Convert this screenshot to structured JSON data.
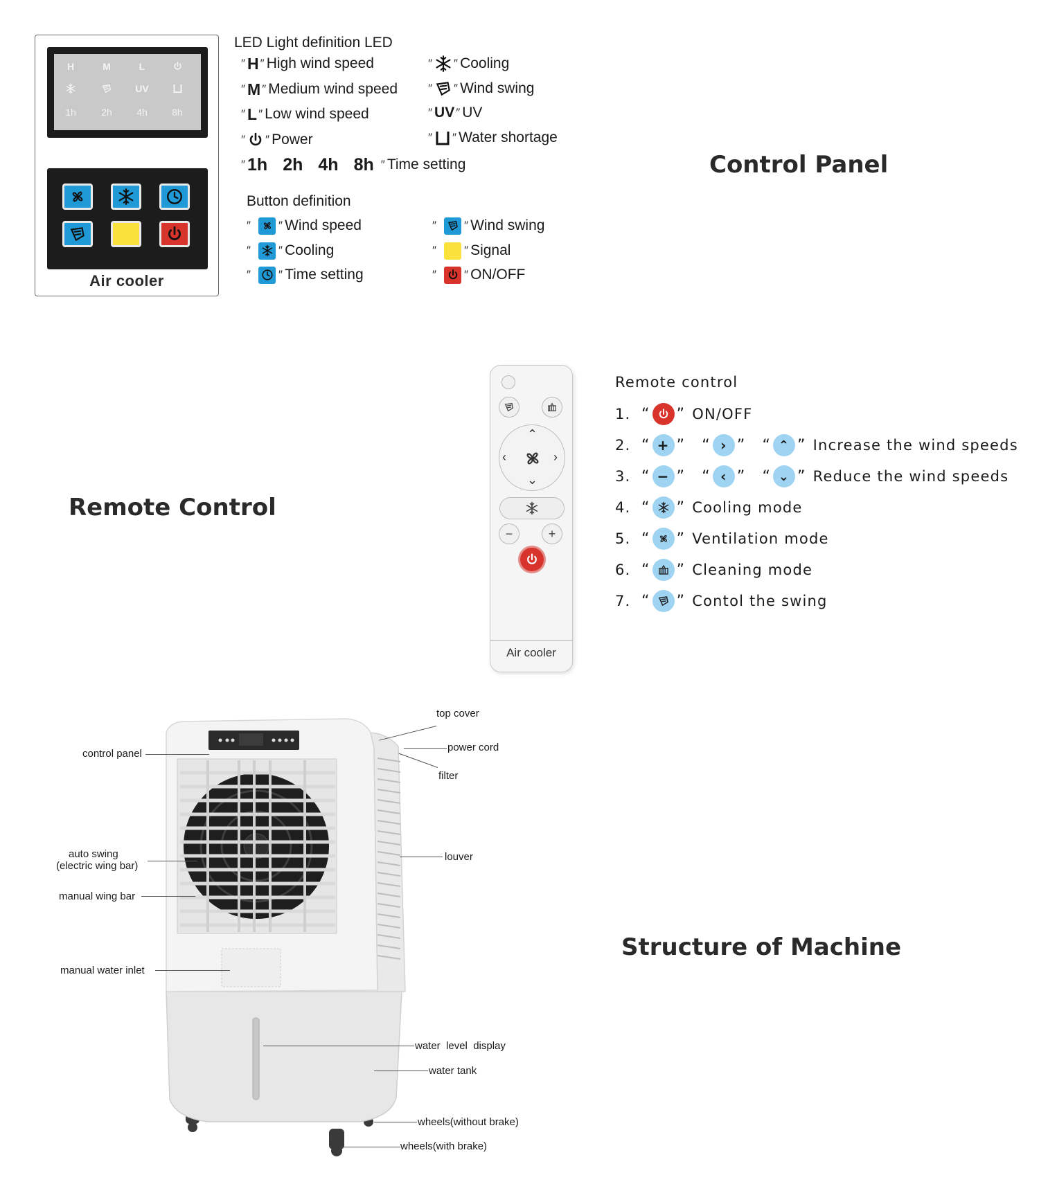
{
  "titles": {
    "control_panel": "Control Panel",
    "remote_control": "Remote Control",
    "structure": "Structure of Machine"
  },
  "panel_device": {
    "led_top_row": [
      "H",
      "M",
      "L",
      "⏻"
    ],
    "led_mid_row": [
      "❄",
      "swing",
      "UV",
      "⊔"
    ],
    "led_bottom_row": [
      "1h",
      "2h",
      "4h",
      "8h"
    ],
    "label": "Air cooler"
  },
  "led_definition": {
    "heading": "LED Light definition LED",
    "items": [
      {
        "symbol": "H",
        "label": "High wind speed"
      },
      {
        "symbol": "M",
        "label": "Medium wind speed"
      },
      {
        "symbol": "L",
        "label": "Low wind speed"
      },
      {
        "symbol": "⏻",
        "label": "Power"
      },
      {
        "symbol": "❄",
        "label": "Cooling"
      },
      {
        "symbol": "swing",
        "label": "Wind swing"
      },
      {
        "symbol": "UV",
        "label": "UV"
      },
      {
        "symbol": "⊔",
        "label": "Water shortage"
      }
    ],
    "times": [
      "1h",
      "2h",
      "4h",
      "8h"
    ],
    "time_label": "Time setting"
  },
  "button_definition": {
    "heading": "Button definition",
    "items": [
      {
        "label": "Wind speed",
        "color": "#1f9ad6"
      },
      {
        "label": "Cooling",
        "color": "#1f9ad6"
      },
      {
        "label": "Time setting",
        "color": "#1f9ad6"
      },
      {
        "label": "Wind swing",
        "color": "#1f9ad6"
      },
      {
        "label": "Signal",
        "color": "#fbe13c"
      },
      {
        "label": " ON/OFF",
        "color": "#d9342b"
      }
    ]
  },
  "remote_device": {
    "label": "Air cooler"
  },
  "remote_list": {
    "heading": "Remote control",
    "items": [
      {
        "num": "1.",
        "label": "ON/OFF"
      },
      {
        "num": "2.",
        "label": "Increase the wind speeds"
      },
      {
        "num": "3.",
        "label": "Reduce the wind speeds"
      },
      {
        "num": "4.",
        "label": "Cooling mode"
      },
      {
        "num": "5.",
        "label": "Ventilation mode"
      },
      {
        "num": "6.",
        "label": "Cleaning mode"
      },
      {
        "num": "7.",
        "label": "Contol the swing"
      }
    ]
  },
  "structure_labels": {
    "top_cover": "top cover",
    "power_cord": "power cord",
    "filter": "filter",
    "control_panel": "control panel",
    "auto_swing_1": "auto swing",
    "auto_swing_2": "(electric wing bar)",
    "louver": "louver",
    "manual_wing_bar": "manual wing bar",
    "manual_water_inlet": "manual water inlet",
    "water_level_display": "water  level  display",
    "water_tank": "water tank",
    "wheels_without_brake": "wheels(without brake)",
    "wheels_with_brake": "wheels(with brake)"
  },
  "colors": {
    "button_blue": "#1f9ad6",
    "signal_yellow": "#fbe13c",
    "power_red": "#d9342b",
    "remote_icon_blue": "#9ed3f2"
  }
}
